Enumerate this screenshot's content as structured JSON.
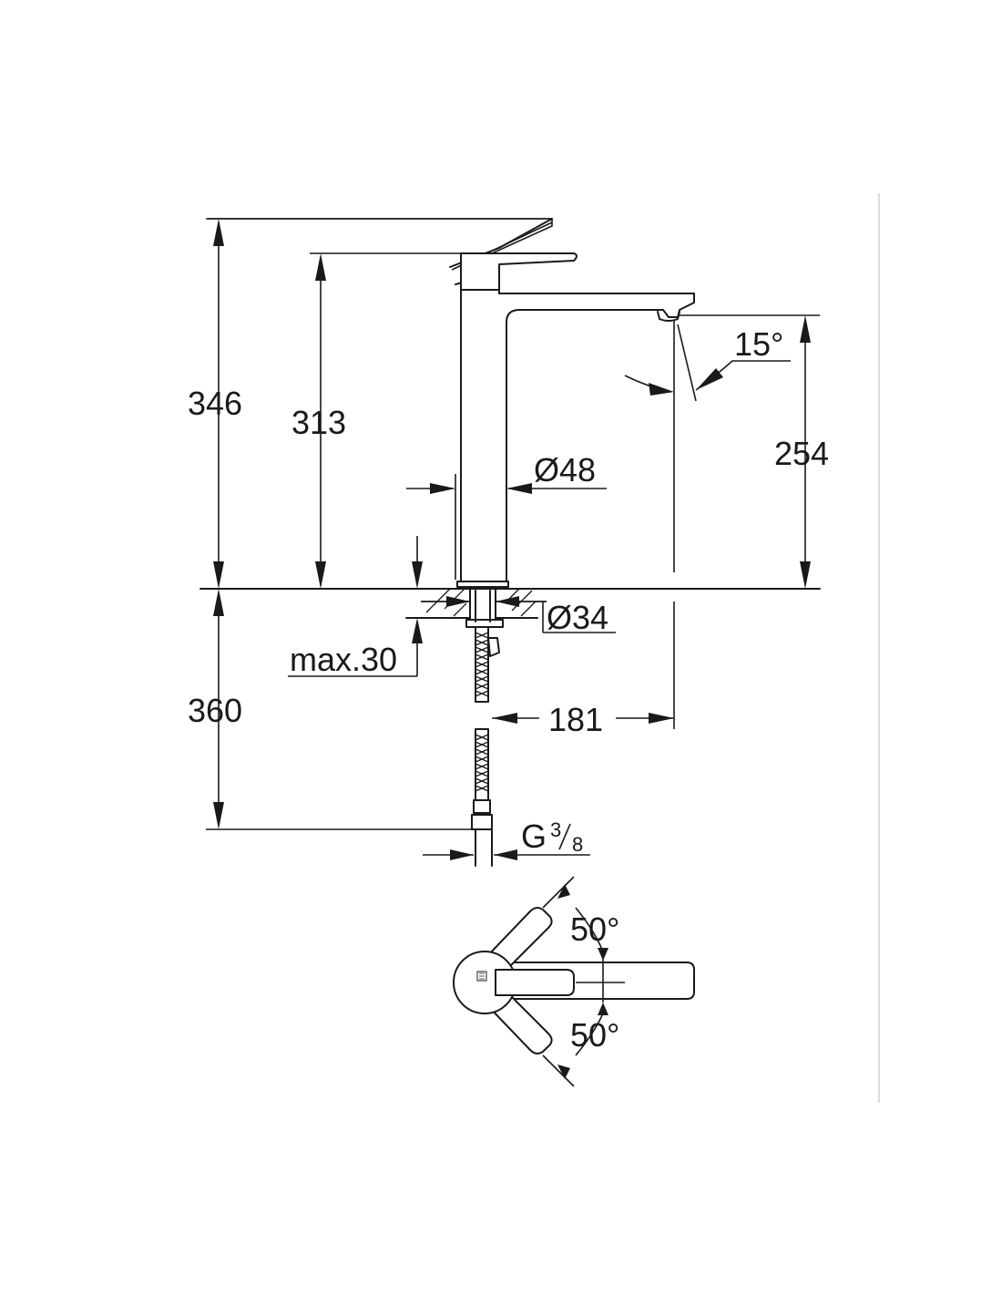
{
  "drawing": {
    "dimensions": {
      "overall_height": "346",
      "lever_height": "313",
      "spout_height": "254",
      "body_diameter": "Ø48",
      "thread_diameter": "Ø34",
      "counter_thickness": "max.30",
      "hose_length": "360",
      "spout_reach": "181",
      "connection_main": "G",
      "connection_num": "3",
      "connection_den": "8"
    },
    "angles": {
      "spout_angle": "15°",
      "lever_upper": "50°",
      "lever_lower": "50°"
    },
    "colors": {
      "line": "#1a1a1a",
      "background": "#ffffff",
      "frame_line": "#d0d0d0"
    },
    "icons": [
      "brand-logo-icon"
    ]
  }
}
